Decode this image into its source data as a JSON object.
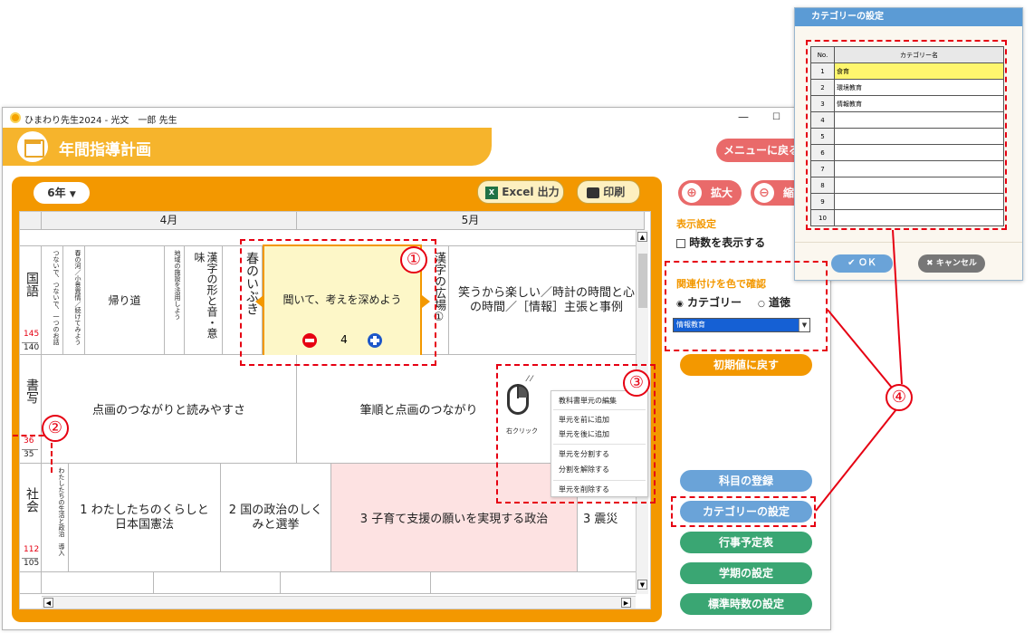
{
  "window": {
    "title": "ひまわり先生2024 - 光文　一郎 先生",
    "header_title": "年間指導計画",
    "menu_button": "メニューに戻る"
  },
  "toolbar": {
    "grade": "6年",
    "excel": "Excel 出力",
    "print": "印刷",
    "zoom_in": "拡大",
    "zoom_out": "縮小"
  },
  "months": [
    "4月",
    "5月"
  ],
  "subjects": {
    "kokugo": {
      "name": "国語",
      "hours_red": "145",
      "hours": "140"
    },
    "shosha": {
      "name": "書写",
      "hours_red": "36",
      "hours": "35"
    },
    "shakai": {
      "name": "社会",
      "hours_red": "112",
      "hours": "105"
    }
  },
  "kokugo_units": {
    "u1": "つないで、つないで、一つのお話",
    "u2": "春の河／小景異情／続けてみよう",
    "u3": "帰り道",
    "u4": "地域の施設を活用しよう",
    "u5": "漢字の形と音・意味",
    "u6": "春のいぶき",
    "popup_label": "聞いて、考えを深めよう",
    "popup_hours": "4",
    "u8": "漢字の広場①",
    "u9": "笑うから楽しい／時計の時間と心の時間／［情報］主張と事例"
  },
  "shosha_units": {
    "u1": "点画のつながりと読みやすさ",
    "u2": "筆順と点画のつながり"
  },
  "shakai_units": {
    "u1": "わたしたちの生活と政治　導入",
    "u2": "1 わたしたちのくらしと日本国憲法",
    "u3": "2 国の政治のしくみと選挙",
    "u4": "3 子育て支援の願いを実現する政治",
    "u5": "3 震災"
  },
  "settings": {
    "display_title": "表示設定",
    "show_hours": "時数を表示する",
    "relate_title": "関連付けを色で確認",
    "opt_category": "カテゴリー",
    "opt_moral": "道徳",
    "selected": "情報教育",
    "reset": "初期値に戻す"
  },
  "side_buttons": {
    "subject": "科目の登録",
    "category": "カテゴリーの設定",
    "events": "行事予定表",
    "term": "学期の設定",
    "standard": "標準時数の設定"
  },
  "context_menu": {
    "right_click": "右クリック",
    "items": [
      "教科書単元の編集",
      "単元を前に追加",
      "単元を後に追加",
      "単元を分割する",
      "分割を解除する",
      "単元を削除する"
    ]
  },
  "dialog": {
    "title": "カテゴリーの設定",
    "col_no": "No.",
    "col_name": "カテゴリー名",
    "rows": [
      {
        "no": "1",
        "name": "食育"
      },
      {
        "no": "2",
        "name": "環境教育"
      },
      {
        "no": "3",
        "name": "情報教育"
      },
      {
        "no": "4",
        "name": ""
      },
      {
        "no": "5",
        "name": ""
      },
      {
        "no": "6",
        "name": ""
      },
      {
        "no": "7",
        "name": ""
      },
      {
        "no": "8",
        "name": ""
      },
      {
        "no": "9",
        "name": ""
      },
      {
        "no": "10",
        "name": ""
      }
    ],
    "ok": "ＯＫ",
    "cancel": "キャンセル"
  },
  "callouts": [
    "①",
    "②",
    "③",
    "④"
  ],
  "colors": {
    "orange": "#f39800",
    "header": "#f6b42c",
    "green": "#3aa673",
    "blue": "#6aa3d8",
    "red": "#e60012",
    "popup": "#fdf7c8",
    "pink": "#fde2e2"
  }
}
